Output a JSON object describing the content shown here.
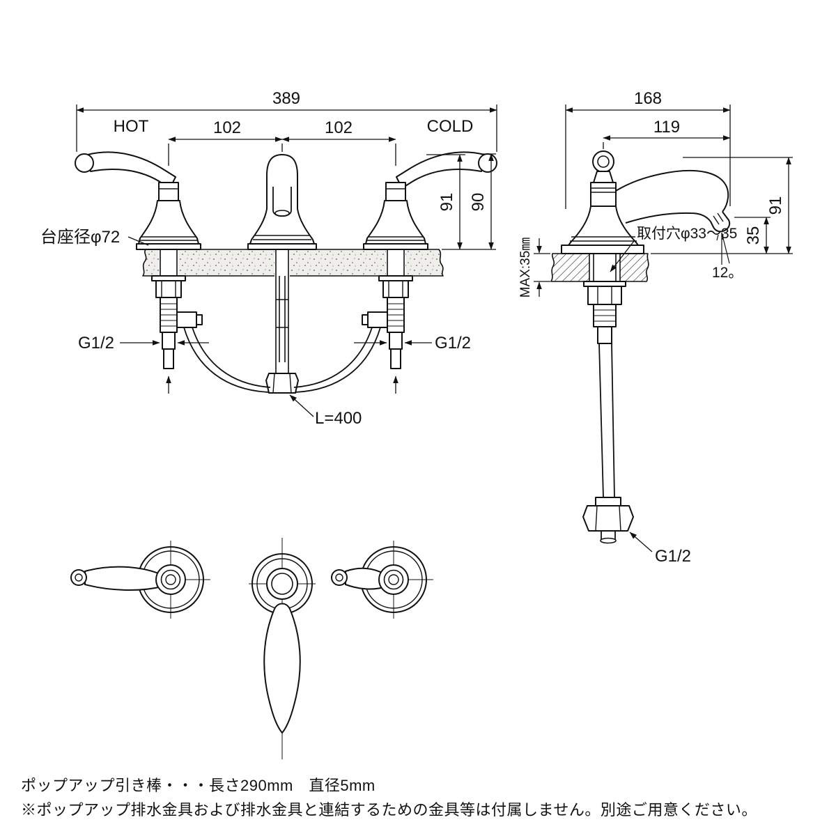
{
  "front_view": {
    "label_hot": "HOT",
    "label_cold": "COLD",
    "dim_overall_width": "389",
    "dim_pitch_left": "102",
    "dim_pitch_right": "102",
    "dim_spout_height": "91",
    "dim_handle_height": "90",
    "label_base_diameter": "台座径φ72",
    "label_thread_left": "G1/2",
    "label_thread_right": "G1/2",
    "label_hose_length": "L=400"
  },
  "side_view": {
    "dim_overall_depth": "168",
    "dim_spout_reach": "119",
    "dim_height": "91",
    "dim_outlet_height": "35",
    "label_max_deck": "MAX:35㎜",
    "label_mounting_hole": "取付穴φ33～35",
    "label_spout_angle": "12。",
    "label_thread": "G1/2"
  },
  "notes": {
    "line1": "ポップアップ引き棒・・・長さ290mm　直径5mm",
    "line2": "※ポップアップ排水金具および排水金具と連結するための金具等は付属しません。別途ご用意ください。"
  }
}
